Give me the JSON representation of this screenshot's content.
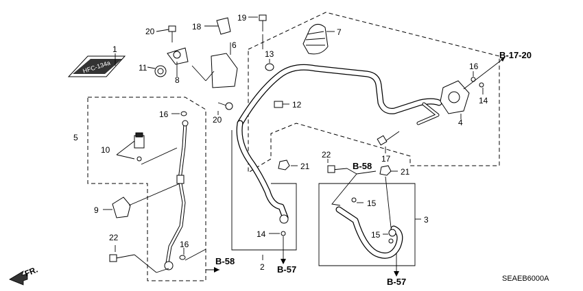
{
  "callouts": {
    "c1": "1",
    "c2": "2",
    "c3": "3",
    "c4": "4",
    "c5": "5",
    "c6": "6",
    "c7": "7",
    "c8": "8",
    "c9": "9",
    "c10": "10",
    "c11": "11",
    "c12": "12",
    "c13": "13",
    "c14a": "14",
    "c14b": "14",
    "c15a": "15",
    "c15b": "15",
    "c16a": "16",
    "c16b": "16",
    "c16c": "16",
    "c17": "17",
    "c18": "18",
    "c19": "19",
    "c20a": "20",
    "c20b": "20",
    "c21a": "21",
    "c21b": "21",
    "c22a": "22",
    "c22b": "22"
  },
  "refs": {
    "b1720": "B-17-20",
    "b58a": "B-58",
    "b58b": "B-58",
    "b57a": "B-57",
    "b57b": "B-57"
  },
  "front_label": "FR.",
  "diagram_code": "SEAEB6000A",
  "label_plate_text": "HFC-134a"
}
